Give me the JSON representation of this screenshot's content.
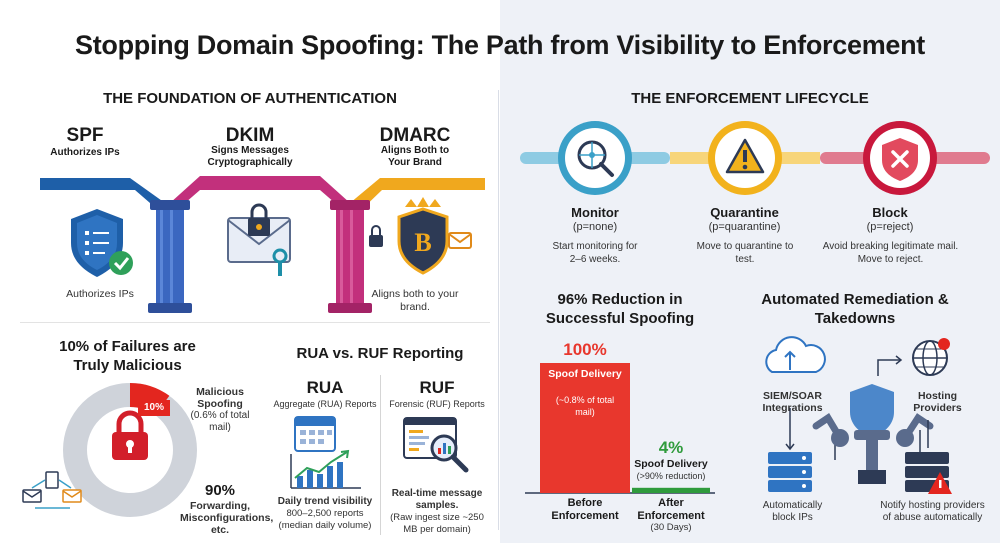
{
  "title": "Stopping Domain Spoofing: The Path from Visibility to Enforcement",
  "foundation": {
    "heading": "THE FOUNDATION OF AUTHENTICATION",
    "pillars": [
      {
        "name": "SPF",
        "sub": "Authorizes IPs",
        "caption": "Authorizes IPs",
        "color": "#1e5fa8",
        "icon": "shield-check-icon"
      },
      {
        "name": "DKIM",
        "sub": "Signs Messages Cryptographically",
        "caption": "",
        "color": "#c2307c",
        "icon": "envelope-lock-icon"
      },
      {
        "name": "DMARC",
        "sub": "Aligns Both to Your Brand",
        "caption": "Aligns both to your brand.",
        "color": "#f0a81e",
        "icon": "brand-shield-icon"
      }
    ]
  },
  "failures": {
    "heading": "10% of Failures are Truly Malicious",
    "malicious_label": "Malicious Spoofing",
    "malicious_sub": "(0.6% of total mail)",
    "malicious_pct": "10%",
    "other_pct": "90%",
    "other_label": "Forwarding, Misconfigurations, etc.",
    "colors": {
      "malicious": "#e3261f",
      "other": "#cfd3da"
    }
  },
  "reporting": {
    "heading": "RUA vs. RUF Reporting",
    "rua": {
      "name": "RUA",
      "sub": "Aggregate (RUA) Reports",
      "desc_bold": "Daily trend visibility",
      "desc": "800–2,500 reports (median daily volume)"
    },
    "ruf": {
      "name": "RUF",
      "sub": "Forensic (RUF) Reports",
      "desc_bold": "Real-time message samples.",
      "desc": "(Raw ingest size ~250 MB per domain)"
    }
  },
  "lifecycle": {
    "heading": "THE ENFORCEMENT LIFECYCLE",
    "stages": [
      {
        "name": "Monitor",
        "policy": "(p=none)",
        "desc": "Start monitoring for 2–6 weeks.",
        "color": "#3aa0c8"
      },
      {
        "name": "Quarantine",
        "policy": "(p=quarantine)",
        "desc": "Move to quarantine to test.",
        "color": "#f2b21c"
      },
      {
        "name": "Block",
        "policy": "(p=reject)",
        "desc": "Avoid breaking legitimate mail. Move to reject.",
        "color": "#c8183c"
      }
    ]
  },
  "reduction": {
    "heading": "96% Reduction in Successful Spoofing",
    "before_value_label": "100%",
    "before_inner_label": "Spoof Delivery",
    "before_inner_sub": "(~0.8% of total mail)",
    "before_axis": "Before Enforcement",
    "after_value_label": "4%",
    "after_inner_label": "Spoof Delivery",
    "after_inner_sub": "(>90% reduction)",
    "after_axis": "After Enforcement",
    "after_axis_sub": "(30 Days)",
    "colors": {
      "before": "#e8372d",
      "after": "#2f9b3c"
    }
  },
  "chart_data": {
    "type": "bar",
    "categories": [
      "Before Enforcement",
      "After Enforcement"
    ],
    "values": [
      100,
      4
    ],
    "ylim": [
      0,
      100
    ]
  },
  "remediation": {
    "heading": "Automated Remediation & Takedowns",
    "siem_label": "SIEM/SOAR Integrations",
    "hosting_label": "Hosting Providers",
    "block_label": "Automatically block IPs",
    "notify_label": "Notify hosting providers of abuse automatically"
  }
}
